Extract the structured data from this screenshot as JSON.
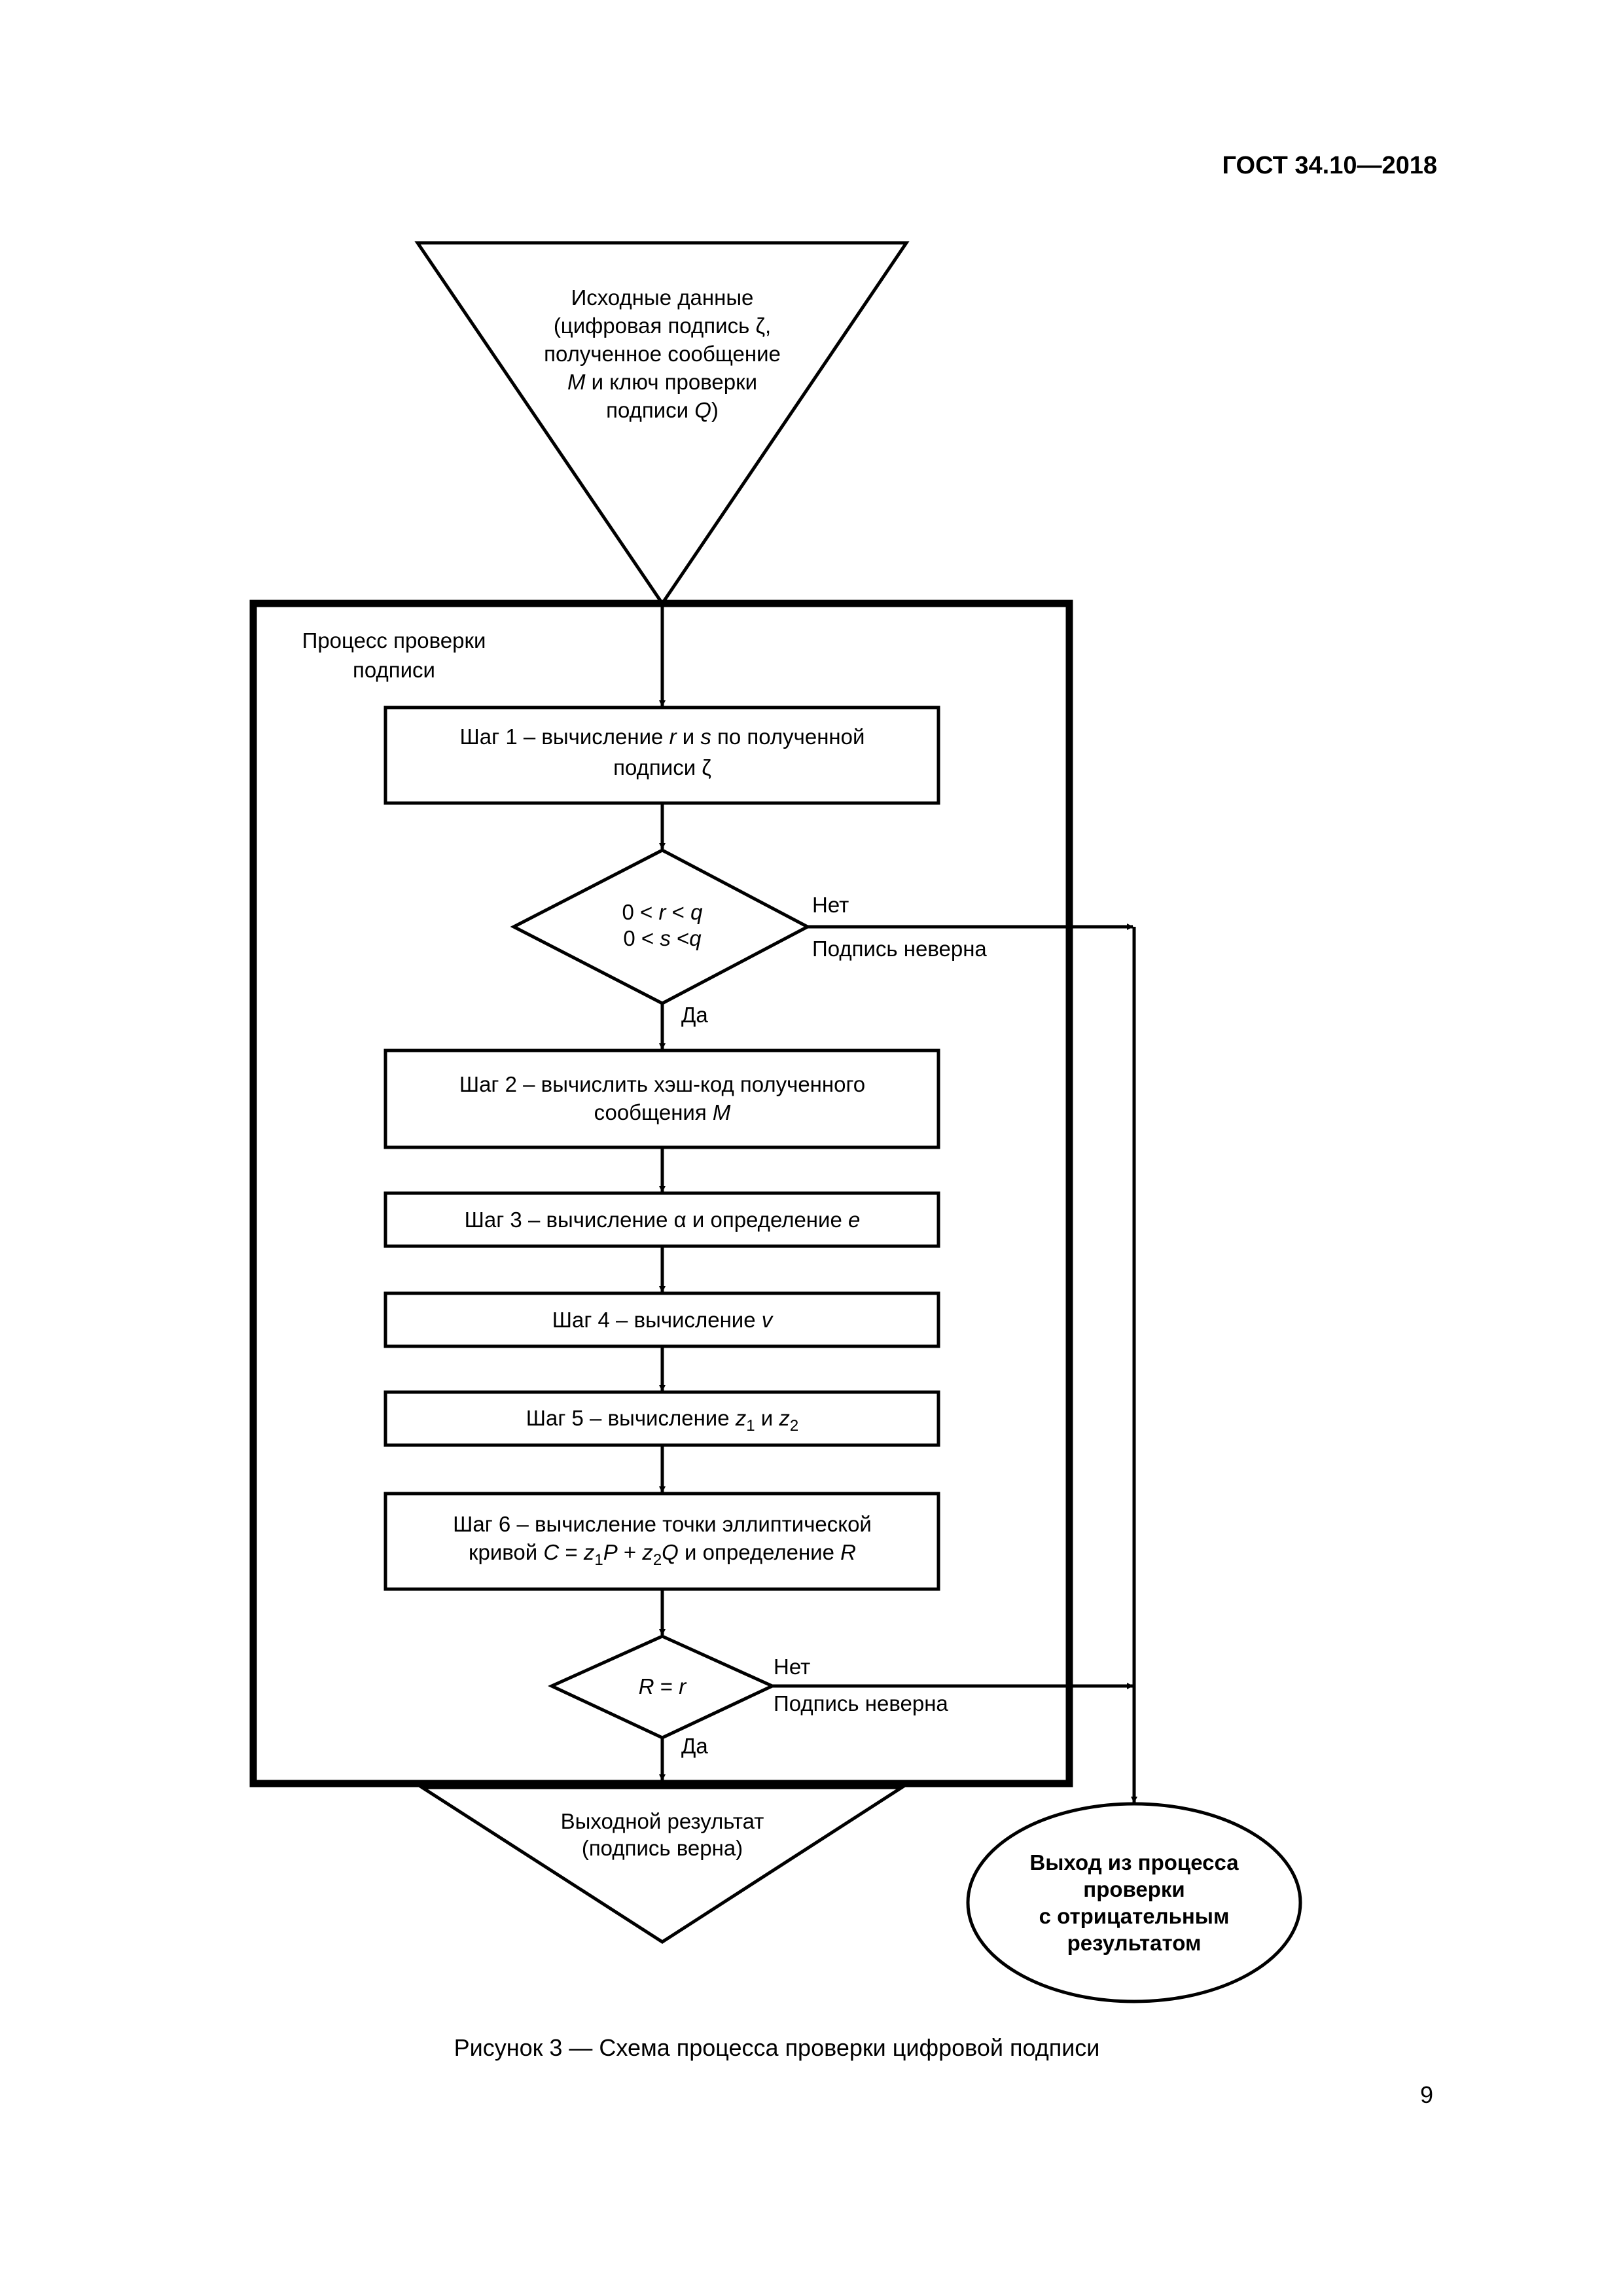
{
  "header": {
    "doc_id": "ГОСТ 34.10—2018"
  },
  "diagram": {
    "input": {
      "lines": [
        [
          "Исходные данные"
        ],
        [
          "(цифровая подпись ζ,"
        ],
        [
          "полученное сообщение"
        ],
        [
          {
            "i": "M"
          },
          " и ключ проверки"
        ],
        [
          "подписи ",
          {
            "i": "Q"
          },
          ")"
        ]
      ]
    },
    "process_label": {
      "lines": [
        [
          "Процесс проверки"
        ],
        [
          "подписи"
        ]
      ]
    },
    "step1": {
      "lines": [
        [
          "Шаг 1 – вычисление ",
          {
            "i": "r"
          },
          " и ",
          {
            "i": "s"
          },
          " по полученной"
        ],
        [
          "подписи ζ"
        ]
      ]
    },
    "check1": {
      "lines": [
        [
          "0 < ",
          {
            "i": "r"
          },
          " < ",
          {
            "i": "q"
          }
        ],
        [
          "0 < ",
          {
            "i": "s"
          },
          " <",
          {
            "i": "q"
          }
        ]
      ],
      "no_label": "Нет",
      "fail_label": "Подпись неверна",
      "yes_label": "Да"
    },
    "step2": {
      "lines": [
        [
          "Шаг 2 – вычислить хэш-код полученного"
        ],
        [
          "сообщения ",
          {
            "i": "M"
          }
        ]
      ]
    },
    "step3": {
      "lines": [
        [
          "Шаг 3 – вычисление α и определение ",
          {
            "i": "e"
          }
        ]
      ]
    },
    "step4": {
      "lines": [
        [
          "Шаг 4 – вычисление ",
          {
            "i": "v"
          }
        ]
      ]
    },
    "step5": {
      "lines": [
        [
          "Шаг 5 – вычисление ",
          {
            "i": "z"
          },
          {
            "sub": "1"
          },
          " и ",
          {
            "i": "z"
          },
          {
            "sub": "2"
          }
        ]
      ]
    },
    "step6": {
      "lines": [
        [
          "Шаг 6 – вычисление точки эллиптической"
        ],
        [
          "кривой ",
          {
            "i": "C"
          },
          " = ",
          {
            "i": "z"
          },
          {
            "sub": "1"
          },
          {
            "i": "P"
          },
          " + ",
          {
            "i": "z"
          },
          {
            "sub": "2"
          },
          {
            "i": "Q"
          },
          " и определение ",
          {
            "i": "R"
          }
        ]
      ]
    },
    "check2": {
      "lines": [
        [
          {
            "i": "R"
          },
          " = ",
          {
            "i": "r"
          }
        ]
      ],
      "no_label": "Нет",
      "fail_label": "Подпись неверна",
      "yes_label": "Да"
    },
    "output": {
      "lines": [
        [
          "Выходной результат"
        ],
        [
          "(подпись верна)"
        ]
      ]
    },
    "negative_exit": {
      "lines": [
        [
          "Выход из процесса"
        ],
        [
          "проверки"
        ],
        [
          "с отрицательным"
        ],
        [
          "результатом"
        ]
      ]
    }
  },
  "caption": "Рисунок 3 — Схема процесса проверки цифровой подписи",
  "page_number": "9"
}
